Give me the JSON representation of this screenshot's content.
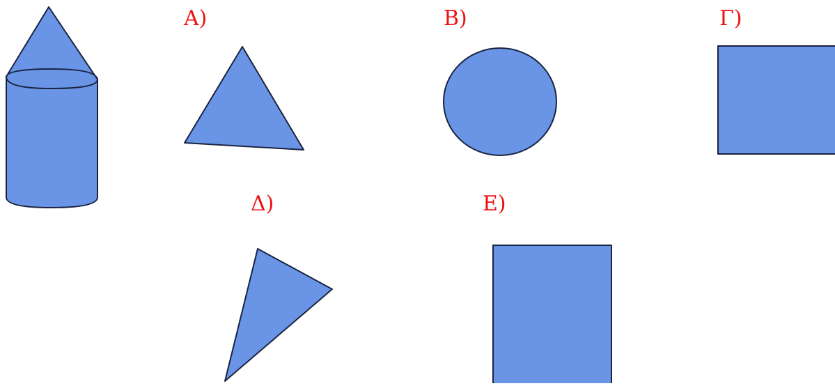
{
  "colors": {
    "shape_fill": "#6a95e6",
    "shape_stroke": "#1a2340",
    "label": "#ee1111"
  },
  "solid": {
    "icon": "cone-on-cylinder-icon"
  },
  "options": [
    {
      "key": "a",
      "label": "A)",
      "icon": "triangle-icon"
    },
    {
      "key": "b",
      "label": "B)",
      "icon": "circle-icon"
    },
    {
      "key": "g",
      "label": "Γ)",
      "icon": "square-icon"
    },
    {
      "key": "d",
      "label": "Δ)",
      "icon": "triangle-icon"
    },
    {
      "key": "e",
      "label": "E)",
      "icon": "rectangle-icon"
    }
  ]
}
